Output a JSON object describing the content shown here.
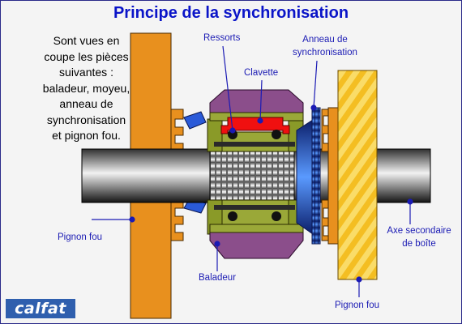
{
  "title": "Principe de la synchronisation",
  "intro": [
    "Sont vues en",
    "coupe les pièces",
    "suivantes :",
    "baladeur, moyeu,",
    "anneau de",
    "synchronisation",
    "et pignon fou."
  ],
  "labels": {
    "ressorts": "Ressorts",
    "clavette": "Clavette",
    "anneau_line1": "Anneau de",
    "anneau_line2": "synchronisation",
    "pignon_fou_left": "Pignon fou",
    "axe_line1": "Axe secondaire",
    "axe_line2": "de boîte",
    "baladeur": "Baladeur",
    "pignon_fou_bottom": "Pignon fou"
  },
  "logo_text": "calfat",
  "colors": {
    "title": "#0a14c8",
    "label": "#1b1bb4",
    "pignon": "#e8901e",
    "baladeur": "#8b4e8b",
    "moyeu": "#8a9a28",
    "clavette": "#f01010",
    "anneau": "#2a5ad8",
    "gear": "#f2b818"
  }
}
